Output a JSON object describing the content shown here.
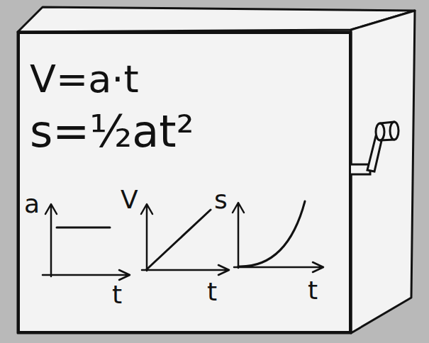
{
  "diagram": {
    "nodes": [
      {
        "text": [
          "V=a·t",
          "s=½at²"
        ]
      }
    ],
    "labels": [
      "a",
      "t",
      "V",
      "t",
      "s",
      "t"
    ]
  }
}
